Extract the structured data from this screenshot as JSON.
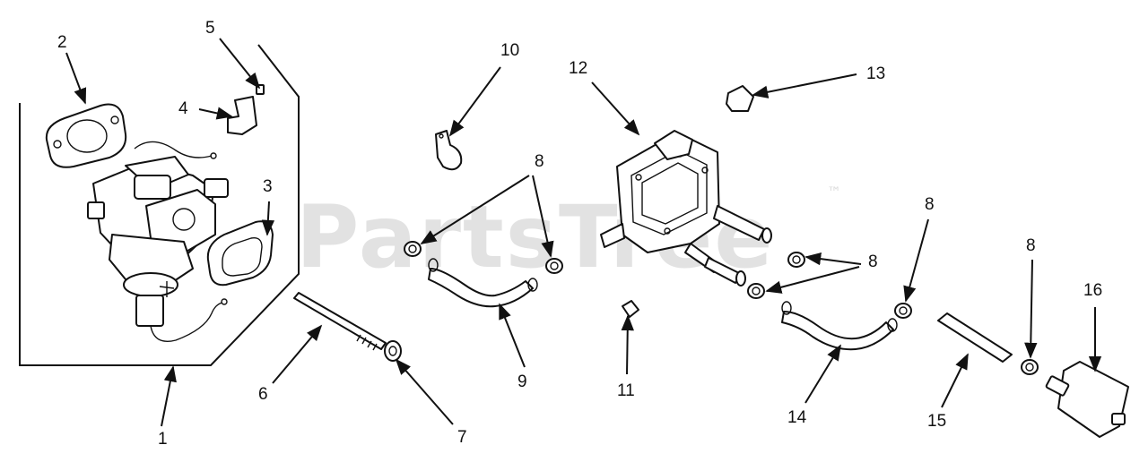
{
  "watermark": {
    "text": "PartsTree",
    "trademark": "™"
  },
  "callouts": {
    "c1": "1",
    "c2": "2",
    "c3": "3",
    "c4": "4",
    "c5": "5",
    "c6": "6",
    "c7": "7",
    "c8a": "8",
    "c8b": "8",
    "c8c": "8",
    "c8d": "8",
    "c9": "9",
    "c10": "10",
    "c11": "11",
    "c12": "12",
    "c13": "13",
    "c14": "14",
    "c15": "15",
    "c16": "16"
  }
}
